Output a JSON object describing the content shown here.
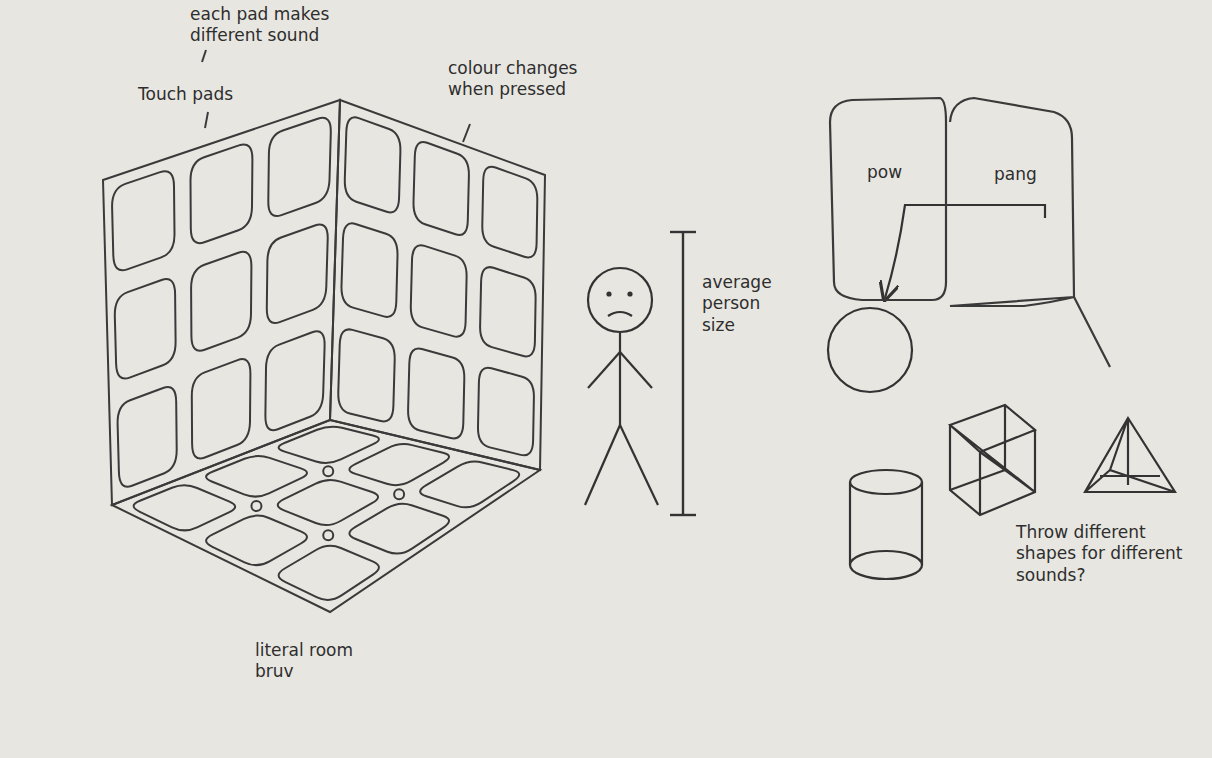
{
  "diagram": {
    "nodes": [
      {
        "text": [
          "pow"
        ]
      },
      {
        "text": [
          "pang"
        ]
      }
    ],
    "labels": [
      "each pad makes different sound",
      "Touch pads",
      "colour changes when pressed",
      "literal room bruv",
      "average person size",
      "Throw different shapes for different sounds?"
    ]
  }
}
